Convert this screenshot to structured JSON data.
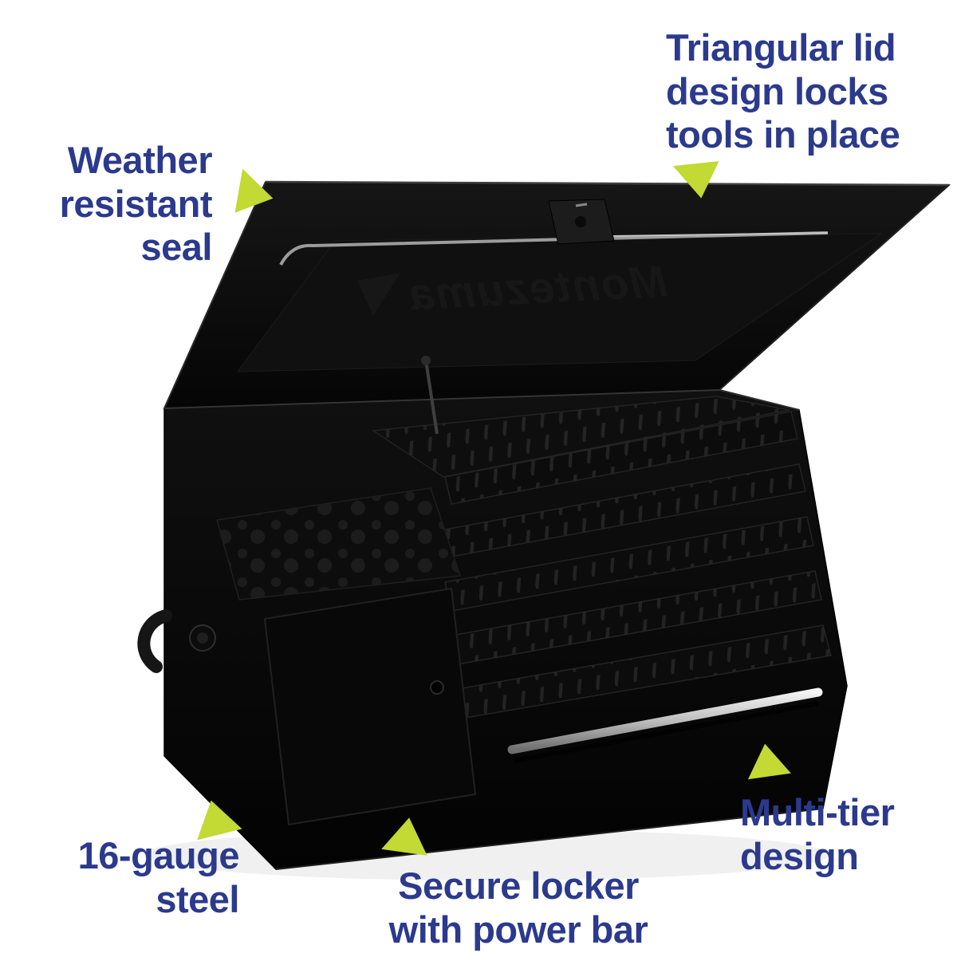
{
  "colors": {
    "label_text": "#2b3a8d",
    "arrow_green": "#c3d934",
    "background": "#ffffff"
  },
  "callouts": {
    "triangular_lid": {
      "lines": [
        "Triangular lid",
        "design locks",
        "tools in place"
      ]
    },
    "weather_seal": {
      "lines": [
        "Weather",
        "resistant",
        "seal"
      ]
    },
    "gauge_steel": {
      "lines": [
        "16-gauge",
        "steel"
      ]
    },
    "secure_locker": {
      "lines": [
        "Secure locker",
        "with power bar"
      ]
    },
    "multi_tier": {
      "lines": [
        "Multi-tier",
        "design"
      ]
    }
  },
  "product": {
    "brand_logo": "Montezuma"
  }
}
